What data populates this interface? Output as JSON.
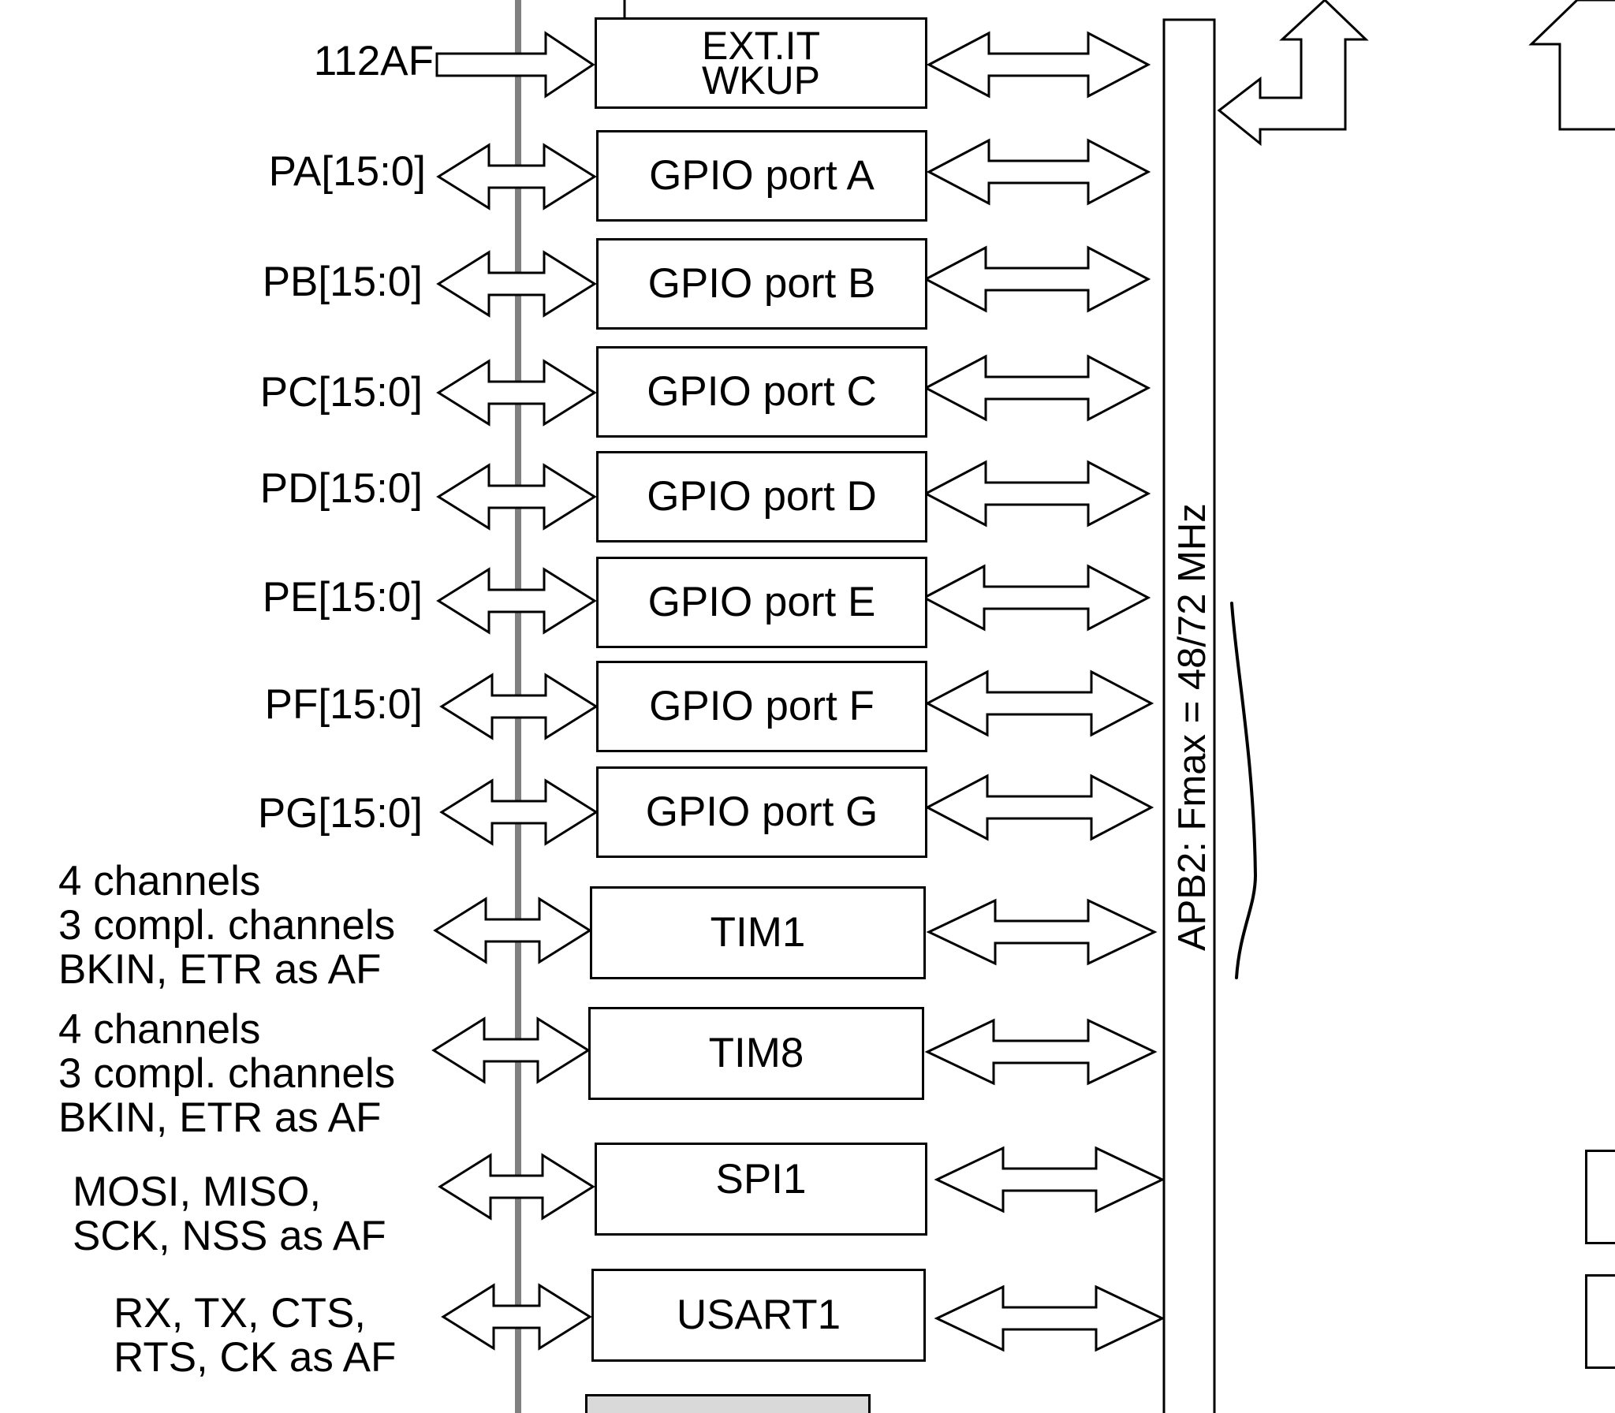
{
  "blocks": {
    "ext_it_line1": "EXT.IT",
    "ext_it_line2": "WKUP",
    "gpio_a": "GPIO port A",
    "gpio_b": "GPIO port B",
    "gpio_c": "GPIO port C",
    "gpio_d": "GPIO port D",
    "gpio_e": "GPIO port E",
    "gpio_f": "GPIO port F",
    "gpio_g": "GPIO port G",
    "tim1": "TIM1",
    "tim8": "TIM8",
    "spi1": "SPI1",
    "usart1": "USART1"
  },
  "signals": {
    "af112": "112AF",
    "pa": "PA[15:0]",
    "pb": "PB[15:0]",
    "pc": "PC[15:0]",
    "pd": "PD[15:0]",
    "pe": "PE[15:0]",
    "pf": "PF[15:0]",
    "pg": "PG[15:0]",
    "tim1_line1": "4 channels",
    "tim1_line2": "3 compl. channels",
    "tim1_line3": "BKIN, ETR as AF",
    "tim8_line1": "4 channels",
    "tim8_line2": "3 compl. channels",
    "tim8_line3": "BKIN, ETR as AF",
    "spi1_line1": "MOSI, MISO,",
    "spi1_line2": "SCK, NSS as AF",
    "usart1_line1": "RX, TX, CTS,",
    "usart1_line2": "RTS, CK as AF"
  },
  "bus": {
    "label": "APB2: Fmax = 48/72 MHz"
  },
  "colors": {
    "line": "#000000",
    "gray_line": "#808080",
    "gray_fill": "#d9d9d9",
    "background": "#ffffff"
  }
}
